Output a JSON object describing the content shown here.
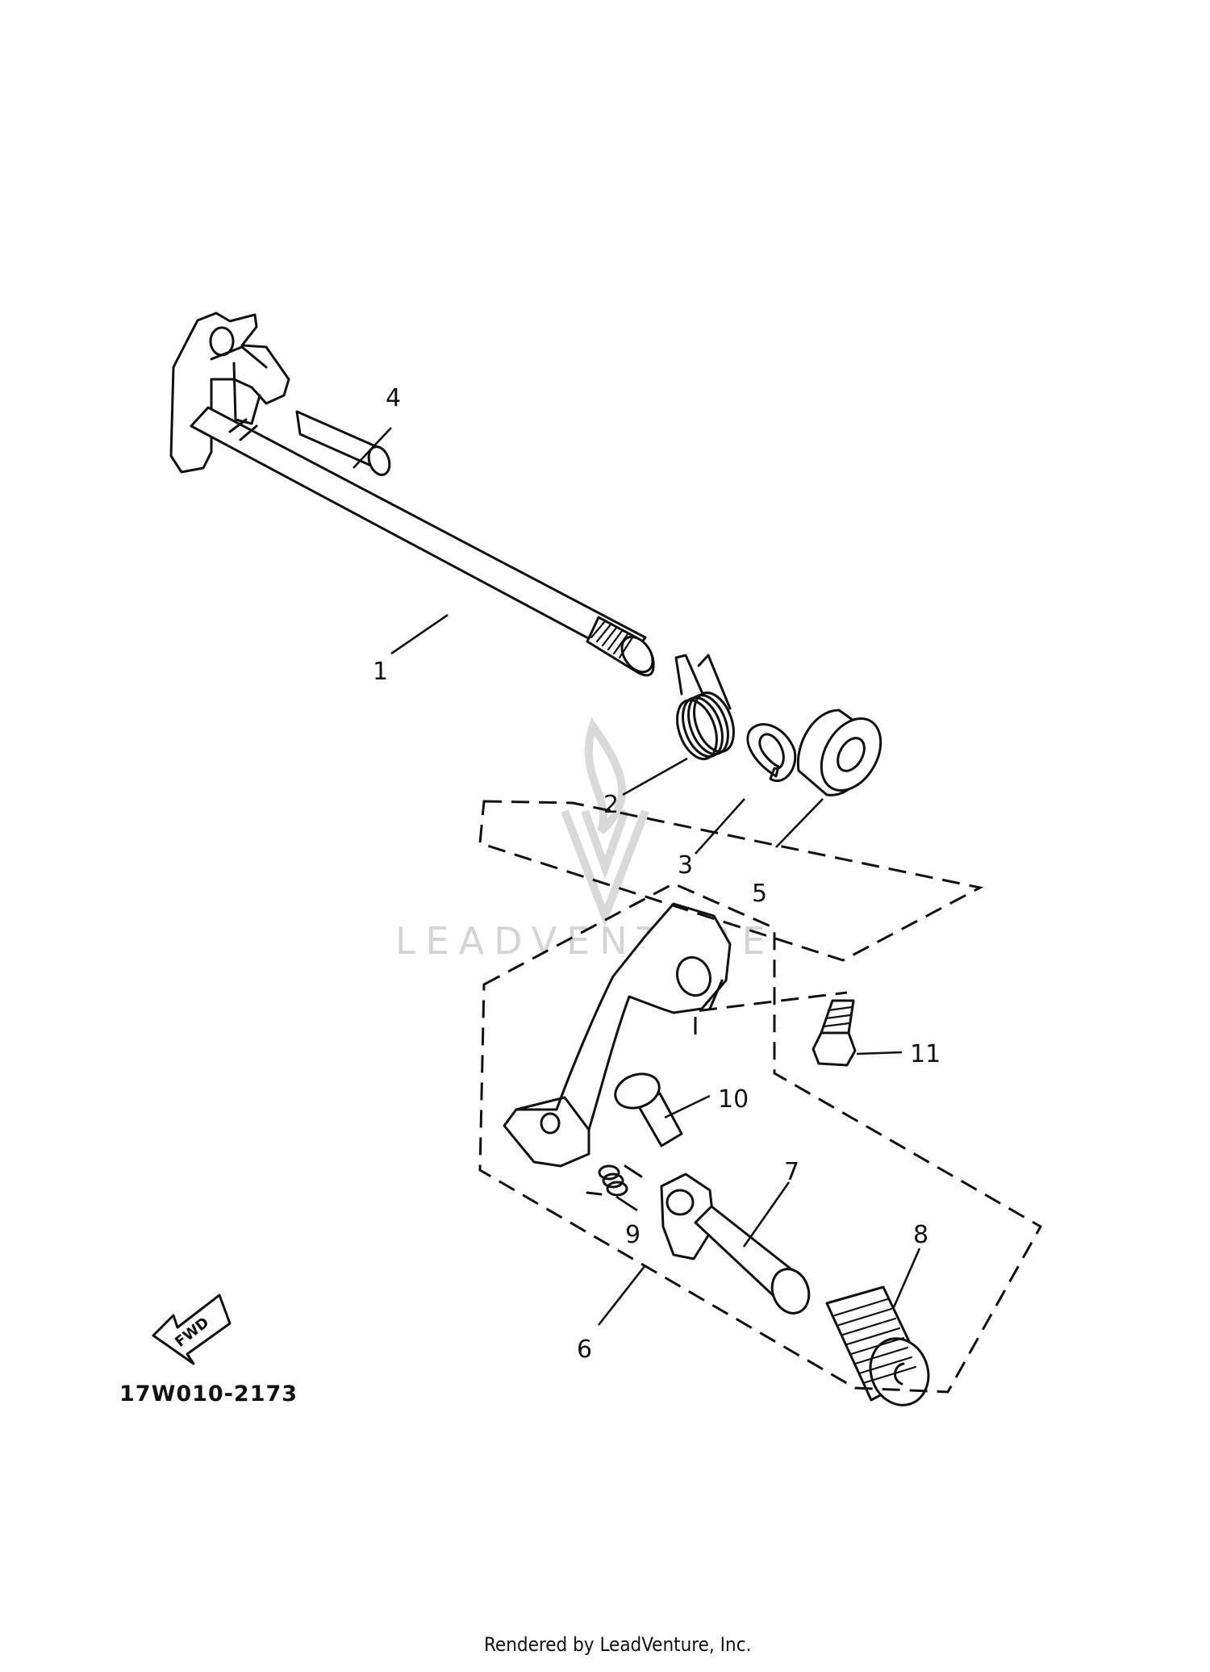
{
  "callouts": {
    "p1": "1",
    "p2": "2",
    "p3": "3",
    "p4": "4",
    "p5": "5",
    "p6": "6",
    "p7": "7",
    "p8": "8",
    "p9": "9",
    "p10": "10",
    "p11": "11"
  },
  "direction_label": "FWD",
  "diagram_code": "17W010-2173",
  "watermark": "LEADVENTURE",
  "footer_credit": "Rendered by LeadVenture, Inc."
}
